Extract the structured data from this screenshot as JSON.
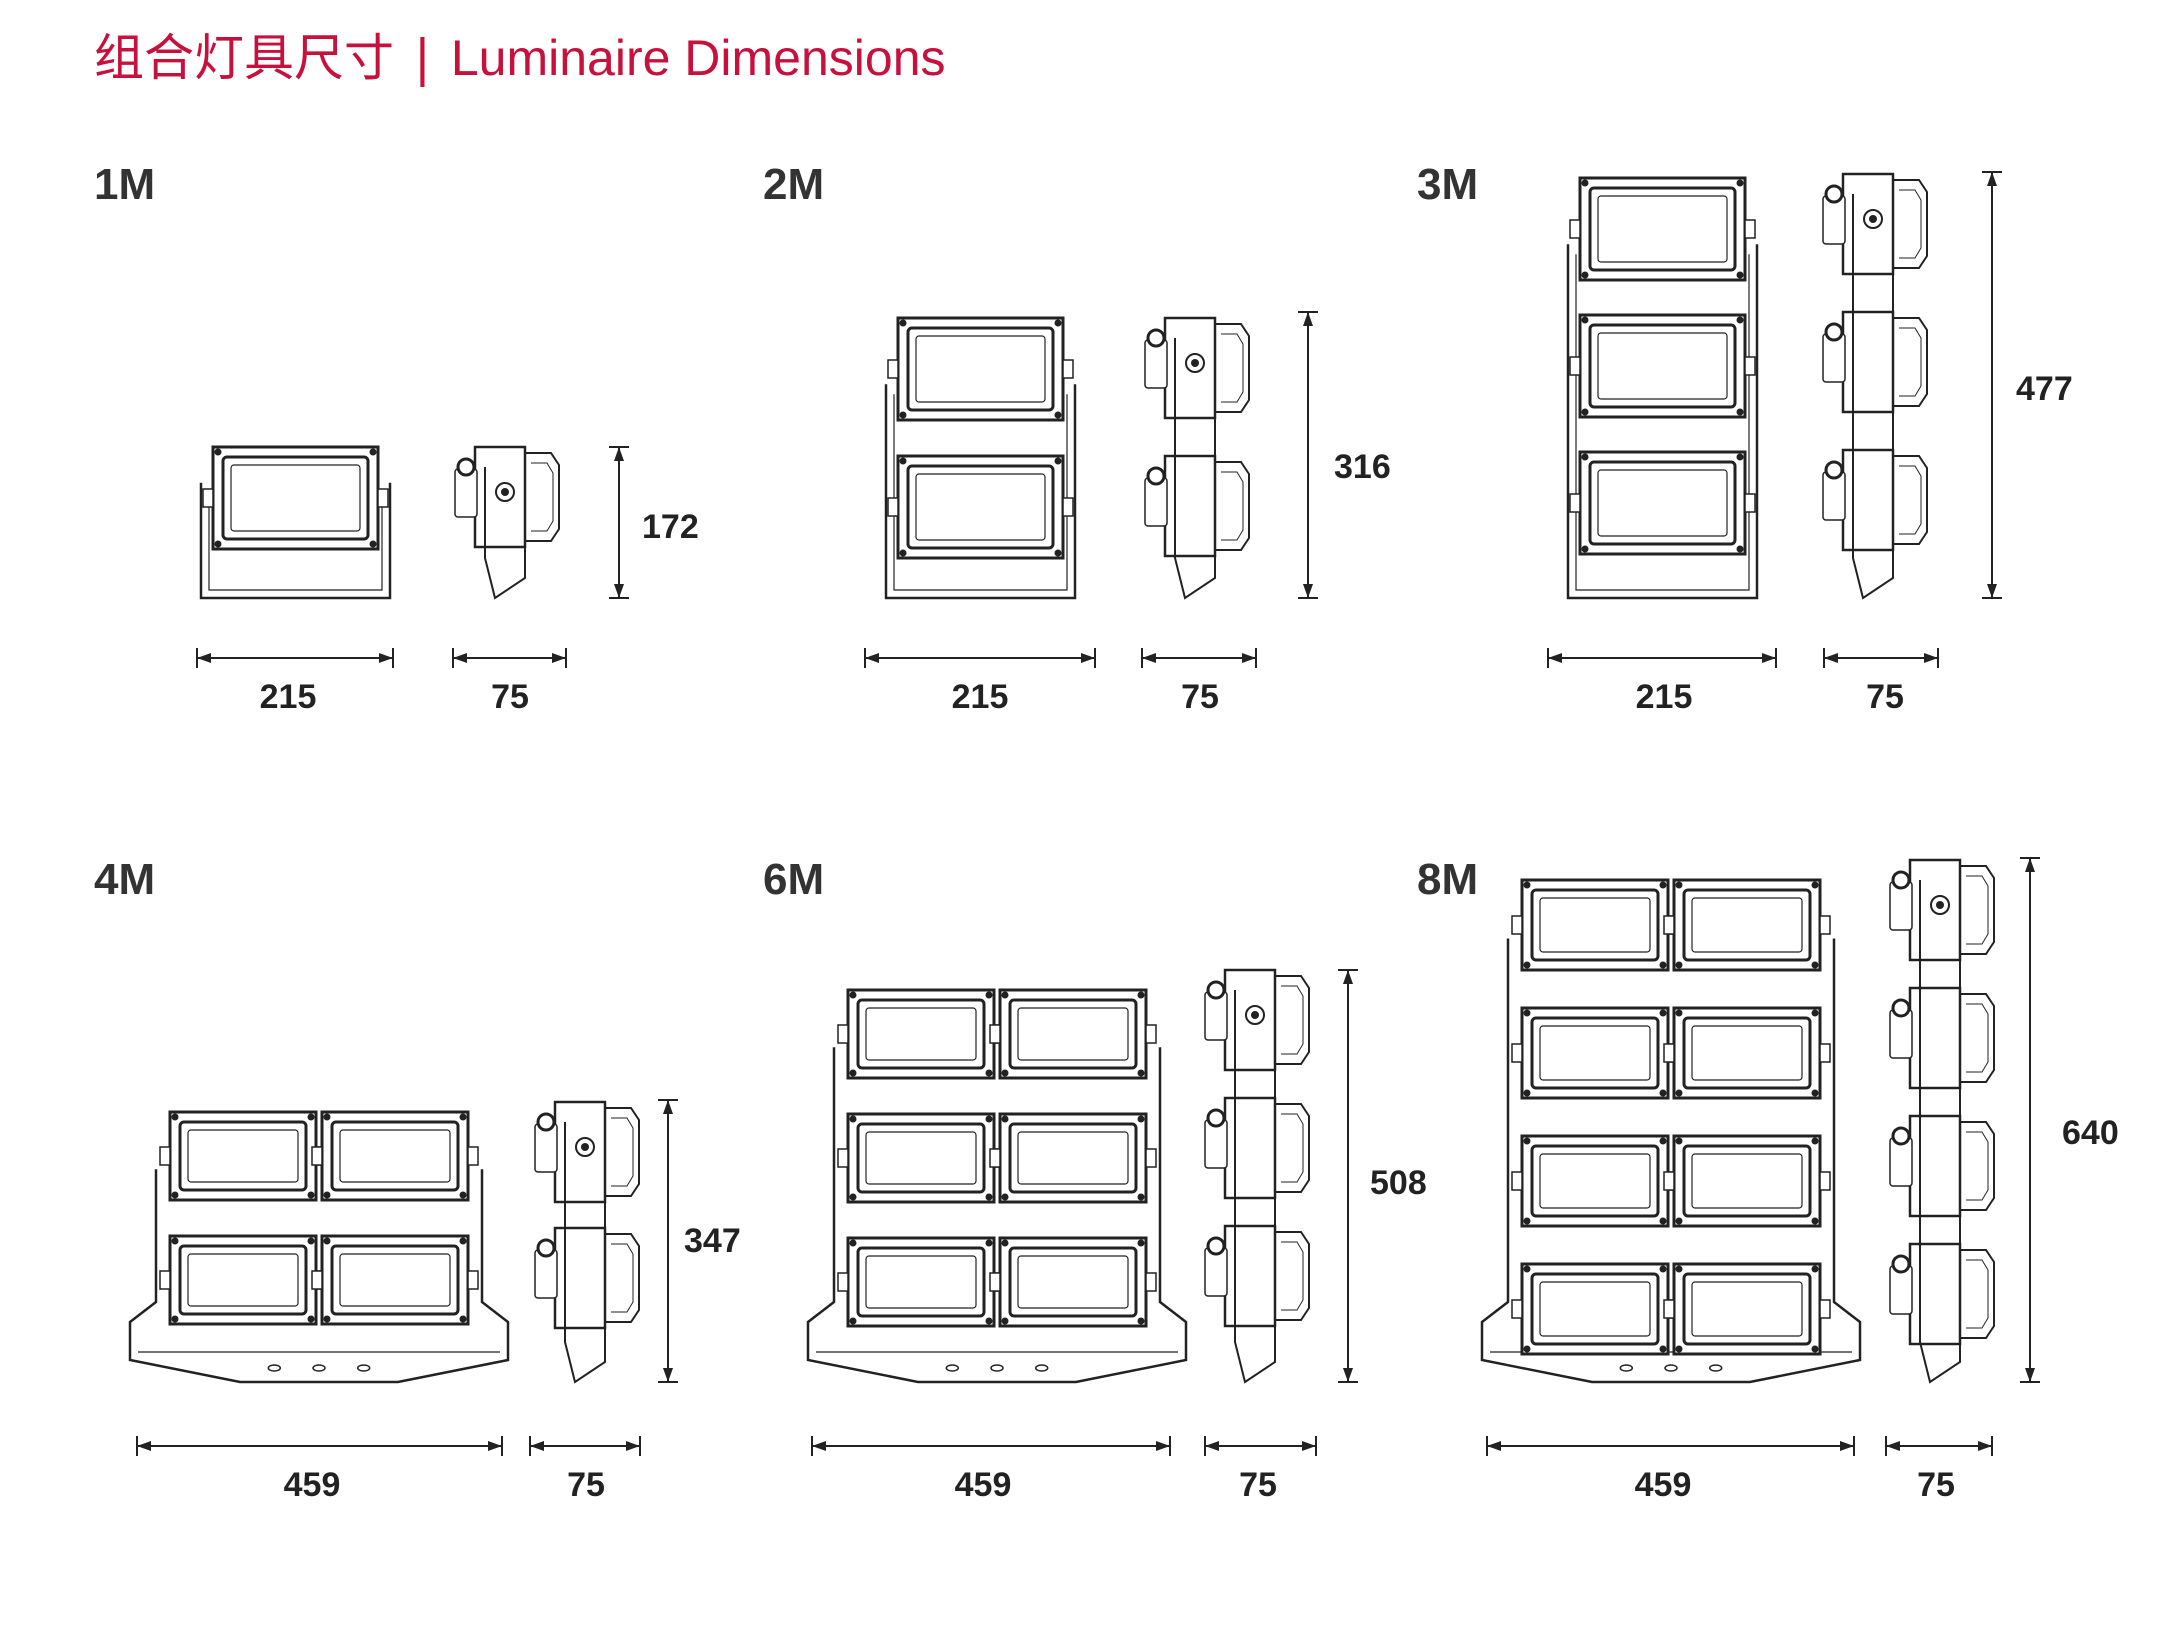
{
  "header": {
    "title_cn": "组合灯具尺寸",
    "separator": "|",
    "title_en": "Luminaire Dimensions"
  },
  "accent_color": "#c8103d",
  "luminaires": [
    {
      "model": "1M",
      "width": "215",
      "depth": "75",
      "height": "172",
      "modules_cols": 1,
      "modules_rows": 1
    },
    {
      "model": "2M",
      "width": "215",
      "depth": "75",
      "height": "316",
      "modules_cols": 1,
      "modules_rows": 2
    },
    {
      "model": "3M",
      "width": "215",
      "depth": "75",
      "height": "477",
      "modules_cols": 1,
      "modules_rows": 3
    },
    {
      "model": "4M",
      "width": "459",
      "depth": "75",
      "height": "347",
      "modules_cols": 2,
      "modules_rows": 2
    },
    {
      "model": "6M",
      "width": "459",
      "depth": "75",
      "height": "508",
      "modules_cols": 2,
      "modules_rows": 3
    },
    {
      "model": "8M",
      "width": "459",
      "depth": "75",
      "height": "640",
      "modules_cols": 2,
      "modules_rows": 4
    }
  ]
}
